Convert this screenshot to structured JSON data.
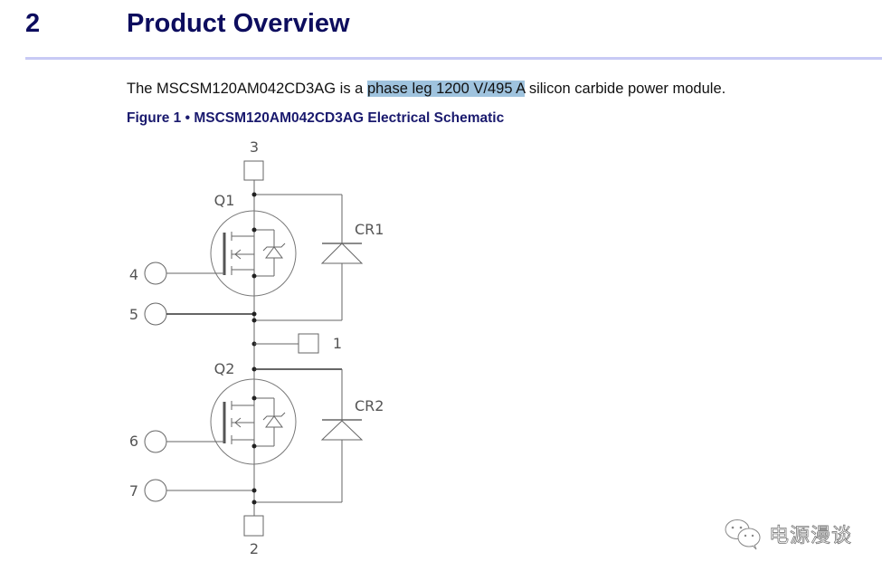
{
  "section": {
    "number": "2",
    "title": "Product Overview"
  },
  "paragraph": {
    "before": "The MSCSM120AM042CD3AG is a ",
    "highlight": "phase leg 1200 V/495 A",
    "after": " silicon carbide power module."
  },
  "figure": {
    "caption": "Figure 1 • MSCSM120AM042CD3AG Electrical Schematic"
  },
  "schematic": {
    "pins": {
      "p1": "1",
      "p2": "2",
      "p3": "3",
      "p4": "4",
      "p5": "5",
      "p6": "6",
      "p7": "7"
    },
    "components": {
      "q1": "Q1",
      "q2": "Q2",
      "cr1": "CR1",
      "cr2": "CR2"
    }
  },
  "watermark": {
    "icon": "wechat-icon",
    "text": "电源漫谈"
  }
}
